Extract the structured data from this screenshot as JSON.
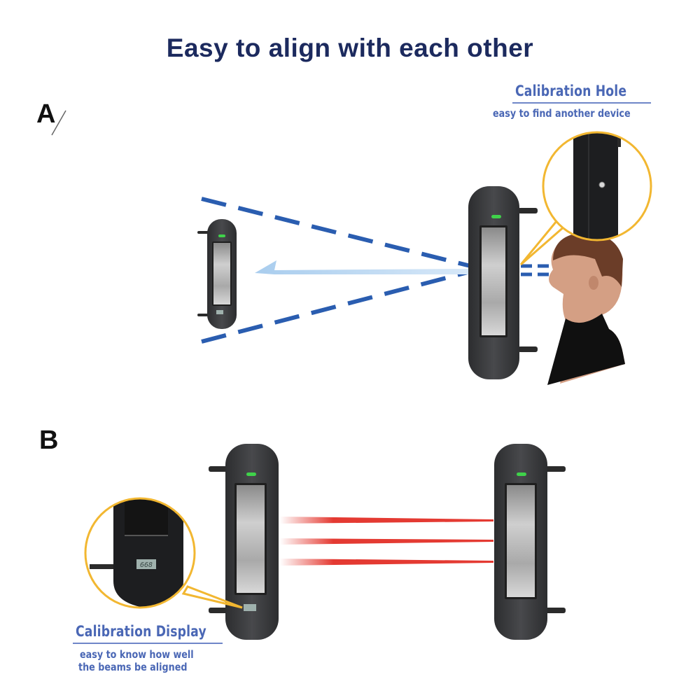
{
  "header": {
    "title": "Easy to align with each other"
  },
  "sections": {
    "a": {
      "label": "A"
    },
    "b": {
      "label": "B"
    }
  },
  "callouts": {
    "calibration_hole": {
      "title": "Calibration Hole",
      "subtitle": "easy to find another device"
    },
    "calibration_display": {
      "title": "Calibration Display",
      "subtitle_line1": "easy to know how well",
      "subtitle_line2": "the beams be aligned"
    }
  },
  "display_readout": "668",
  "colors": {
    "title": "#1c2a5e",
    "callout_text": "#4a67b5",
    "dashed_beam": "#2a5db0",
    "arrow": "#a9cdee",
    "laser_beam": "#e43a32",
    "callout_ring": "#f2b731",
    "device_body": "#3a3b3d",
    "led": "#3fd24a"
  },
  "diagram": {
    "section_a": {
      "beam_count": 2,
      "beam_style": "dashed",
      "has_person": true
    },
    "section_b": {
      "beam_count": 3,
      "beam_style": "laser"
    }
  }
}
